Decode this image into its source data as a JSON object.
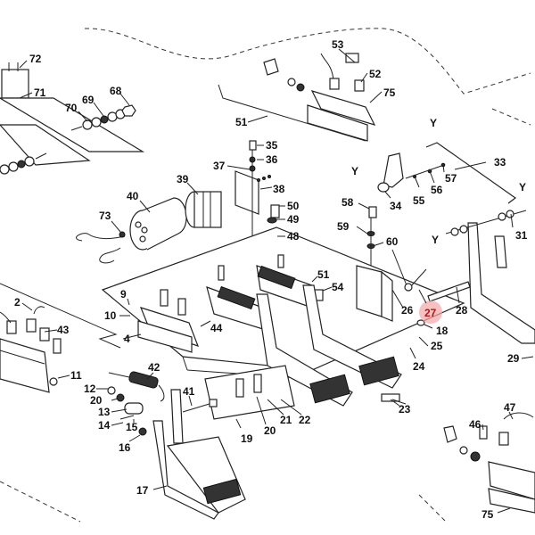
{
  "diagram": {
    "type": "exploded-parts-diagram",
    "subject": "pedal and control valve assembly",
    "highlight_color": "#f4a6a6",
    "highlighted_part": "27",
    "callouts": [
      {
        "id": "72",
        "label": "72"
      },
      {
        "id": "71",
        "label": "71"
      },
      {
        "id": "70",
        "label": "70"
      },
      {
        "id": "69",
        "label": "69"
      },
      {
        "id": "68",
        "label": "68"
      },
      {
        "id": "53",
        "label": "53"
      },
      {
        "id": "52",
        "label": "52"
      },
      {
        "id": "75a",
        "label": "75"
      },
      {
        "id": "51a",
        "label": "51"
      },
      {
        "id": "35",
        "label": "35"
      },
      {
        "id": "36",
        "label": "36"
      },
      {
        "id": "37",
        "label": "37"
      },
      {
        "id": "38",
        "label": "38"
      },
      {
        "id": "39",
        "label": "39"
      },
      {
        "id": "40",
        "label": "40"
      },
      {
        "id": "73",
        "label": "73"
      },
      {
        "id": "50",
        "label": "50"
      },
      {
        "id": "49",
        "label": "49"
      },
      {
        "id": "48",
        "label": "48"
      },
      {
        "id": "33",
        "label": "33"
      },
      {
        "id": "34",
        "label": "34"
      },
      {
        "id": "55",
        "label": "55"
      },
      {
        "id": "56",
        "label": "56"
      },
      {
        "id": "57",
        "label": "57"
      },
      {
        "id": "58",
        "label": "58"
      },
      {
        "id": "59",
        "label": "59"
      },
      {
        "id": "60",
        "label": "60"
      },
      {
        "id": "31",
        "label": "31"
      },
      {
        "id": "51b",
        "label": "51"
      },
      {
        "id": "54",
        "label": "54"
      },
      {
        "id": "26",
        "label": "26"
      },
      {
        "id": "27",
        "label": "27"
      },
      {
        "id": "28",
        "label": "28"
      },
      {
        "id": "18",
        "label": "18"
      },
      {
        "id": "25",
        "label": "25"
      },
      {
        "id": "24",
        "label": "24"
      },
      {
        "id": "29",
        "label": "29"
      },
      {
        "id": "23",
        "label": "23"
      },
      {
        "id": "2",
        "label": "2"
      },
      {
        "id": "43",
        "label": "43"
      },
      {
        "id": "9",
        "label": "9"
      },
      {
        "id": "10",
        "label": "10"
      },
      {
        "id": "4",
        "label": "4"
      },
      {
        "id": "44",
        "label": "44"
      },
      {
        "id": "11",
        "label": "11"
      },
      {
        "id": "42",
        "label": "42"
      },
      {
        "id": "12",
        "label": "12"
      },
      {
        "id": "20a",
        "label": "20"
      },
      {
        "id": "13",
        "label": "13"
      },
      {
        "id": "14",
        "label": "14"
      },
      {
        "id": "15",
        "label": "15"
      },
      {
        "id": "16",
        "label": "16"
      },
      {
        "id": "41",
        "label": "41"
      },
      {
        "id": "17",
        "label": "17"
      },
      {
        "id": "19",
        "label": "19"
      },
      {
        "id": "20b",
        "label": "20"
      },
      {
        "id": "21",
        "label": "21"
      },
      {
        "id": "22",
        "label": "22"
      },
      {
        "id": "46",
        "label": "46"
      },
      {
        "id": "47",
        "label": "47"
      },
      {
        "id": "75b",
        "label": "75"
      },
      {
        "id": "Y1",
        "label": "Y"
      },
      {
        "id": "Y2",
        "label": "Y"
      },
      {
        "id": "Y3",
        "label": "Y"
      },
      {
        "id": "Y4",
        "label": "Y"
      }
    ]
  }
}
